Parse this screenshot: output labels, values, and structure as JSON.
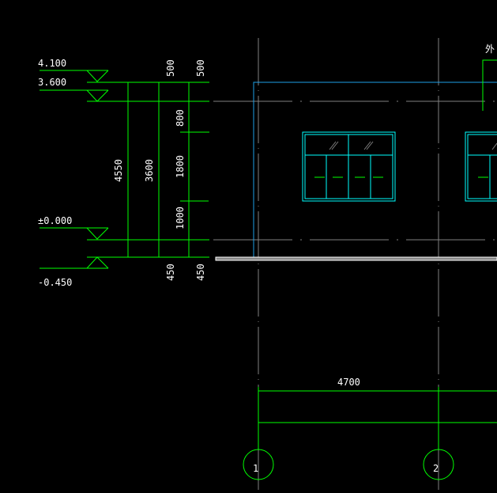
{
  "levels": {
    "l1": "4.100",
    "l2": "3.600",
    "l3": "±0.000",
    "l4": "-0.450"
  },
  "dims": {
    "total": "4550",
    "storey": "3600",
    "top_a": "500",
    "top_b": "500",
    "d800": "800",
    "d1800": "1800",
    "d1000": "1000",
    "bot_a": "450",
    "bot_b": "450",
    "span": "4700"
  },
  "axes": {
    "a1": "1",
    "a2": "2"
  },
  "annotation": "外",
  "colors": {
    "dim": "#00ff00",
    "axis": "#808080",
    "window": "#00ffff",
    "outline": "#1ea0e6"
  }
}
